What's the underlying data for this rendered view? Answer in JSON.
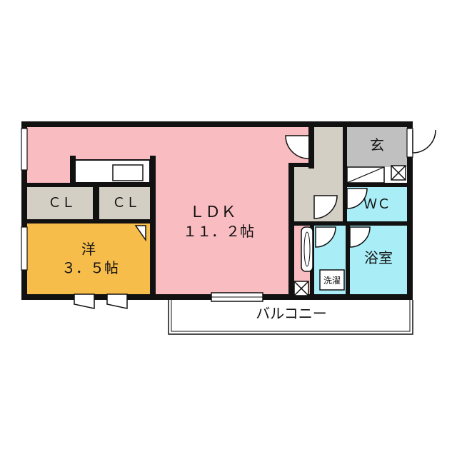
{
  "floorplan": {
    "rooms": {
      "ldk": {
        "name": "ＬＤＫ",
        "size": "１１．２帖",
        "color": "#f9bcc1"
      },
      "western": {
        "name": "洋",
        "size": "３．５帖",
        "color": "#f7bd4b"
      },
      "closet_1": {
        "name": "ＣＬ",
        "color": "#d4cfc4"
      },
      "closet_2": {
        "name": "ＣＬ",
        "color": "#d4cfc4"
      },
      "entrance": {
        "name": "玄",
        "color": "#c0c0c0"
      },
      "toilet": {
        "name": "ＷＣ",
        "color": "#a9eef7"
      },
      "bathroom": {
        "name": "浴室",
        "color": "#a9eef7"
      },
      "laundry": {
        "name": "洗濯"
      },
      "hallway": {
        "color": "#d4cfc4"
      }
    },
    "balcony": {
      "name": "バルコニー"
    },
    "wall_color": "#111111"
  }
}
